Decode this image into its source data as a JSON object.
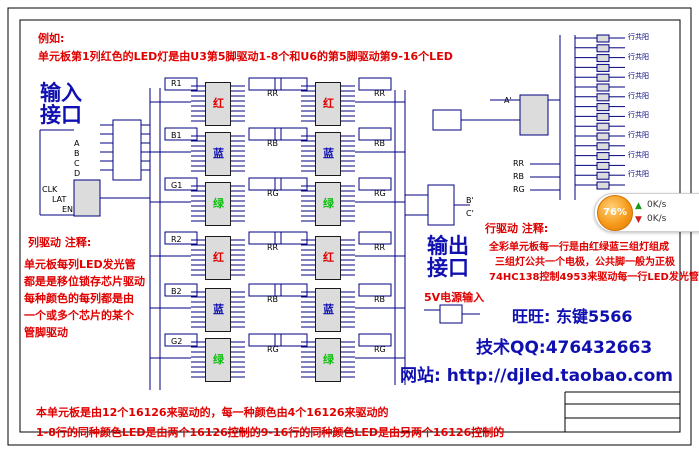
{
  "colors": {
    "red_text": "#e00000",
    "blue_text": "#1010b0",
    "wire": "#000080",
    "chip_fill": "#dcdcdc",
    "red_led": "#e00000",
    "blue_led": "#1010b0",
    "green_led": "#10c010"
  },
  "example_heading": "例如:",
  "example_text": "单元板第1列红色的LED灯是由U3第5脚驱动1-8个和U6的第5脚驱动第9-16个LED",
  "input_label_1": "输入",
  "input_label_2": "接口",
  "output_label_1": "输出",
  "output_label_2": "接口",
  "column_note_title": "列驱动 注释:",
  "column_note_lines": [
    "单元板每列LED发光管",
    "都是是移位锁存芯片驱动",
    "每种颜色的每列都是由",
    "一个或多个芯片的某个",
    "管脚驱动"
  ],
  "row_note_title": "行驱动  注释:",
  "row_note_lines": [
    "全彩单元板每一行是由红绿蓝三组灯组成",
    "三组灯公共一个电极，公共脚一般为正极",
    "74HC138控制4953来驱动每一行LED发光管"
  ],
  "power_label": "5V电源输入",
  "contact_wangwang": "旺旺:  东键5566",
  "contact_qq": "技术QQ:476432663",
  "website": "网站:  http://djled.taobao.com",
  "bottom_line_1": "本单元板是由12个16126来驱动的，每一种颜色由4个16126来驱动的",
  "bottom_line_2": "1-8行的同种颜色LED是由两个16126控制的9-16行的同种颜色LED是由另两个16126控制的",
  "chip_color_tags": [
    "红",
    "蓝",
    "绿"
  ],
  "group_labels": [
    "R1",
    "B1",
    "G1",
    "R2",
    "B2",
    "G2"
  ],
  "bus_labels": [
    "RR",
    "RB",
    "RG"
  ],
  "row_bus_labels": [
    "RR",
    "RB",
    "RG"
  ],
  "port_labels": [
    "A",
    "B",
    "C",
    "D",
    "CLK",
    "LAT",
    "EN",
    "A'",
    "B'",
    "C'"
  ],
  "row_common_label": "行共阳",
  "speed_widget": {
    "percent": "76%",
    "up": "0K/s",
    "down": "0K/s"
  }
}
